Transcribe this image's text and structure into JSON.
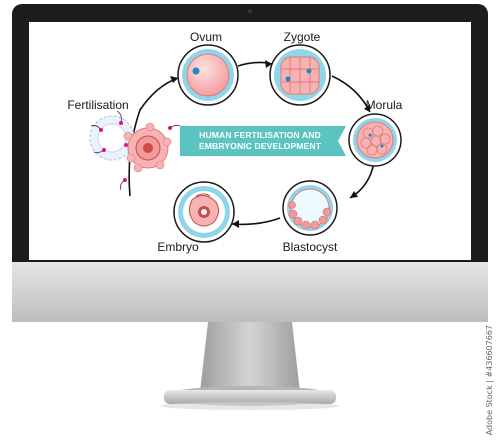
{
  "title": {
    "line1": "HUMAN FERTILISATION AND",
    "line2": "EMBRYONIC DEVELOPMENT"
  },
  "stages": {
    "fertilisation": "Fertilisation",
    "ovum": "Ovum",
    "zygote": "Zygote",
    "morula": "Morula",
    "blastocyst": "Blastocyst",
    "embryo": "Embryo"
  },
  "watermark": "Adobe Stock | #436607667",
  "icons": {
    "monitor": "monitor-icon",
    "ovum": "ovum-cell-icon",
    "zygote": "zygote-cell-icon",
    "morula": "morula-cell-icon",
    "blastocyst": "blastocyst-cell-icon",
    "embryo": "embryo-cell-icon",
    "fertilisation": "sperm-egg-icon"
  },
  "colors": {
    "banner": "#5bc4c0",
    "ring": "#8fd6ea",
    "cell_pink": "#f6a9a9",
    "arrow": "#111111"
  }
}
